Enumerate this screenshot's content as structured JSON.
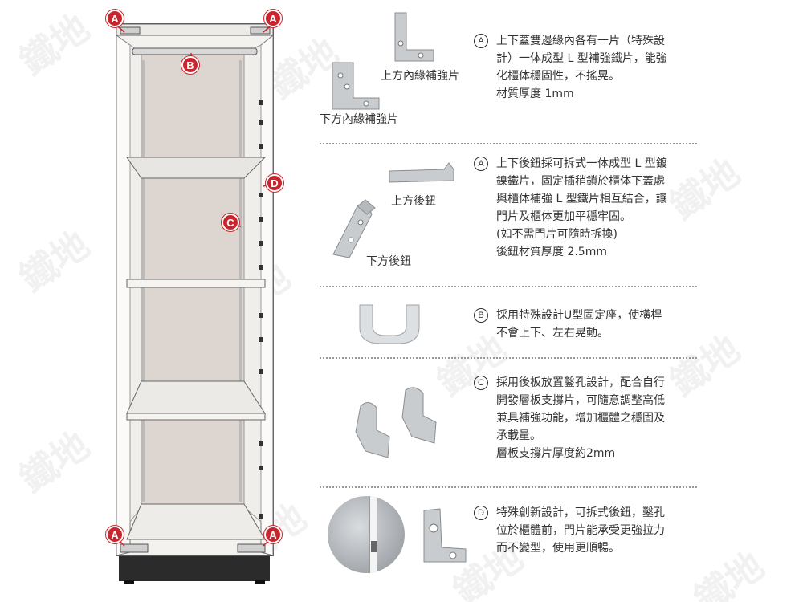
{
  "watermark": "鐵地",
  "markers": {
    "a": "A",
    "b": "B",
    "c": "C",
    "d": "D"
  },
  "parts": {
    "upper_inner": "上方內緣補強片",
    "lower_inner": "下方內緣補強片",
    "upper_hinge": "上方後鈕",
    "lower_hinge": "下方後鈕"
  },
  "sections": [
    {
      "badge": "A",
      "lines": [
        "上下蓋雙邊緣內各有一片（特殊設",
        "計）一体成型 L 型補強鐵片，能強",
        "化櫃体穩固性，不搖晃。",
        "材質厚度 1mm"
      ]
    },
    {
      "badge": "A",
      "lines": [
        "上下後鈕採可拆式一体成型 L 型鍍",
        "鎳鐵片，固定插稍鎖於櫃体下蓋處",
        "與櫃体補強 L 型鐵片相互結合，讓",
        "門片及櫃体更加平穩牢固。",
        "(如不需門片可隨時拆換)",
        "後鈕材質厚度 2.5mm"
      ]
    },
    {
      "badge": "B",
      "lines": [
        "採用特殊設計U型固定座，使橫桿",
        "不會上下、左右晃動。"
      ]
    },
    {
      "badge": "C",
      "lines": [
        "採用後板放置鑿孔設計，配合自行",
        "開發層板支撐片，可隨意調整高低",
        "兼具補強功能，增加櫃體之穩固及",
        "承載量。",
        "層板支撐片厚度約2mm"
      ]
    },
    {
      "badge": "D",
      "lines": [
        "特殊創新設計，可拆式後鈕，鑿孔",
        "位於櫃體前，門片能承受更強拉力",
        "而不變型，使用更順暢。"
      ]
    }
  ]
}
